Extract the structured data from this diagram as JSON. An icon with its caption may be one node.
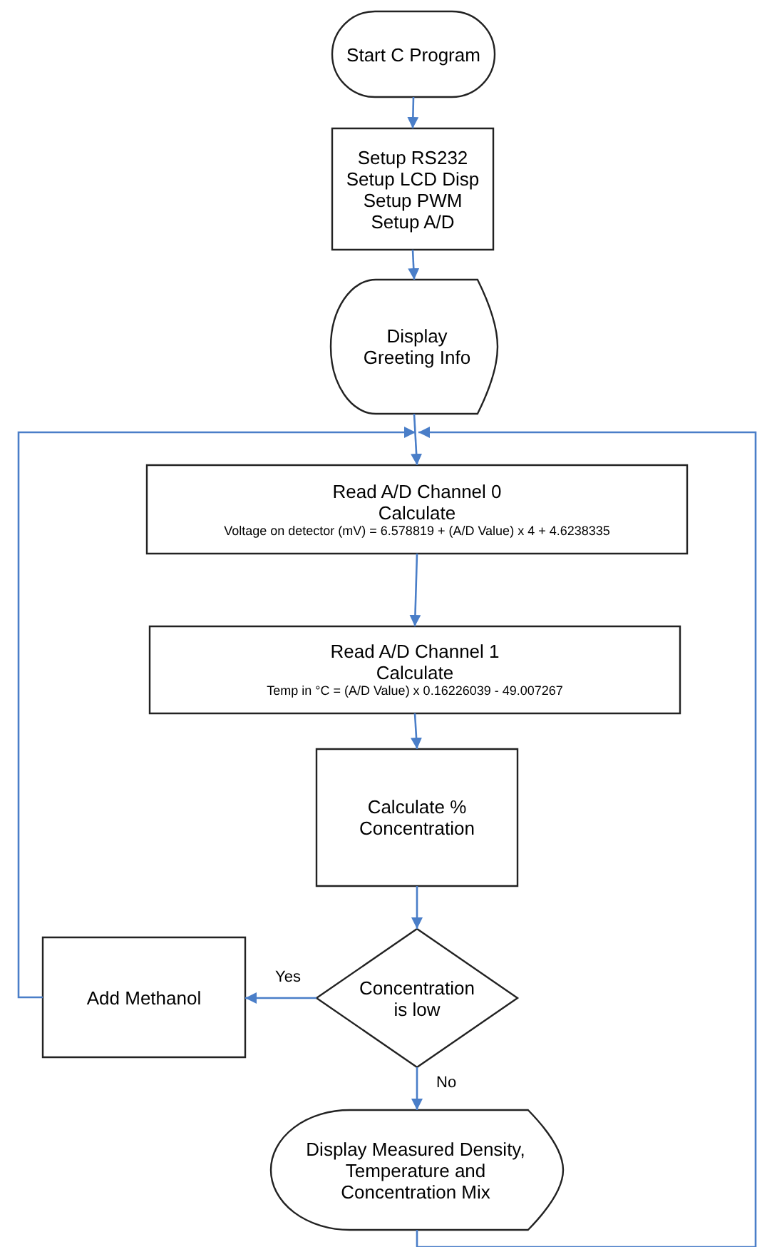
{
  "diagram": {
    "nodes": [
      {
        "text": [
          "Start C Program"
        ]
      },
      {
        "text": [
          "Setup RS232",
          "Setup LCD Disp",
          "Setup PWM",
          "Setup A/D"
        ]
      },
      {
        "text": [
          "Display Greeting Info"
        ]
      },
      {
        "text": [
          "Read A/D Channel 0",
          "Calculate",
          "Voltage on detector (mV) = 6.578819 + (A/D Value) x 4 + 4.6238335"
        ]
      },
      {
        "text": [
          "Read A/D Channel 1",
          "Calculate",
          "Temp in °C = (A/D Value) x 0.16226039 - 49.007267"
        ]
      },
      {
        "text": [
          "Calculate % Concentration"
        ]
      },
      {
        "text": [
          "Add Methanol"
        ]
      },
      {
        "text": [
          "Concentration is low"
        ]
      },
      {
        "text": [
          "Display Measured Density, Temperature and Concentration Mix"
        ]
      }
    ],
    "edges": [
      {
        "from": 0,
        "to": 1,
        "arrow": "to"
      },
      {
        "from": 1,
        "to": 2,
        "arrow": "to"
      },
      {
        "from": 2,
        "to": 3,
        "arrow": "to"
      },
      {
        "from": 3,
        "to": 4,
        "arrow": "to"
      },
      {
        "from": 4,
        "to": 5,
        "arrow": "to"
      },
      {
        "from": 5,
        "to": 7,
        "arrow": "to"
      },
      {
        "from": 7,
        "to": 6,
        "label": "Yes",
        "arrow": "to"
      },
      {
        "from": 7,
        "to": 8,
        "label": "No",
        "arrow": "to"
      },
      {
        "from": 6,
        "to": 3,
        "arrow": "to"
      },
      {
        "from": 8,
        "to": 3,
        "arrow": "to"
      }
    ]
  }
}
